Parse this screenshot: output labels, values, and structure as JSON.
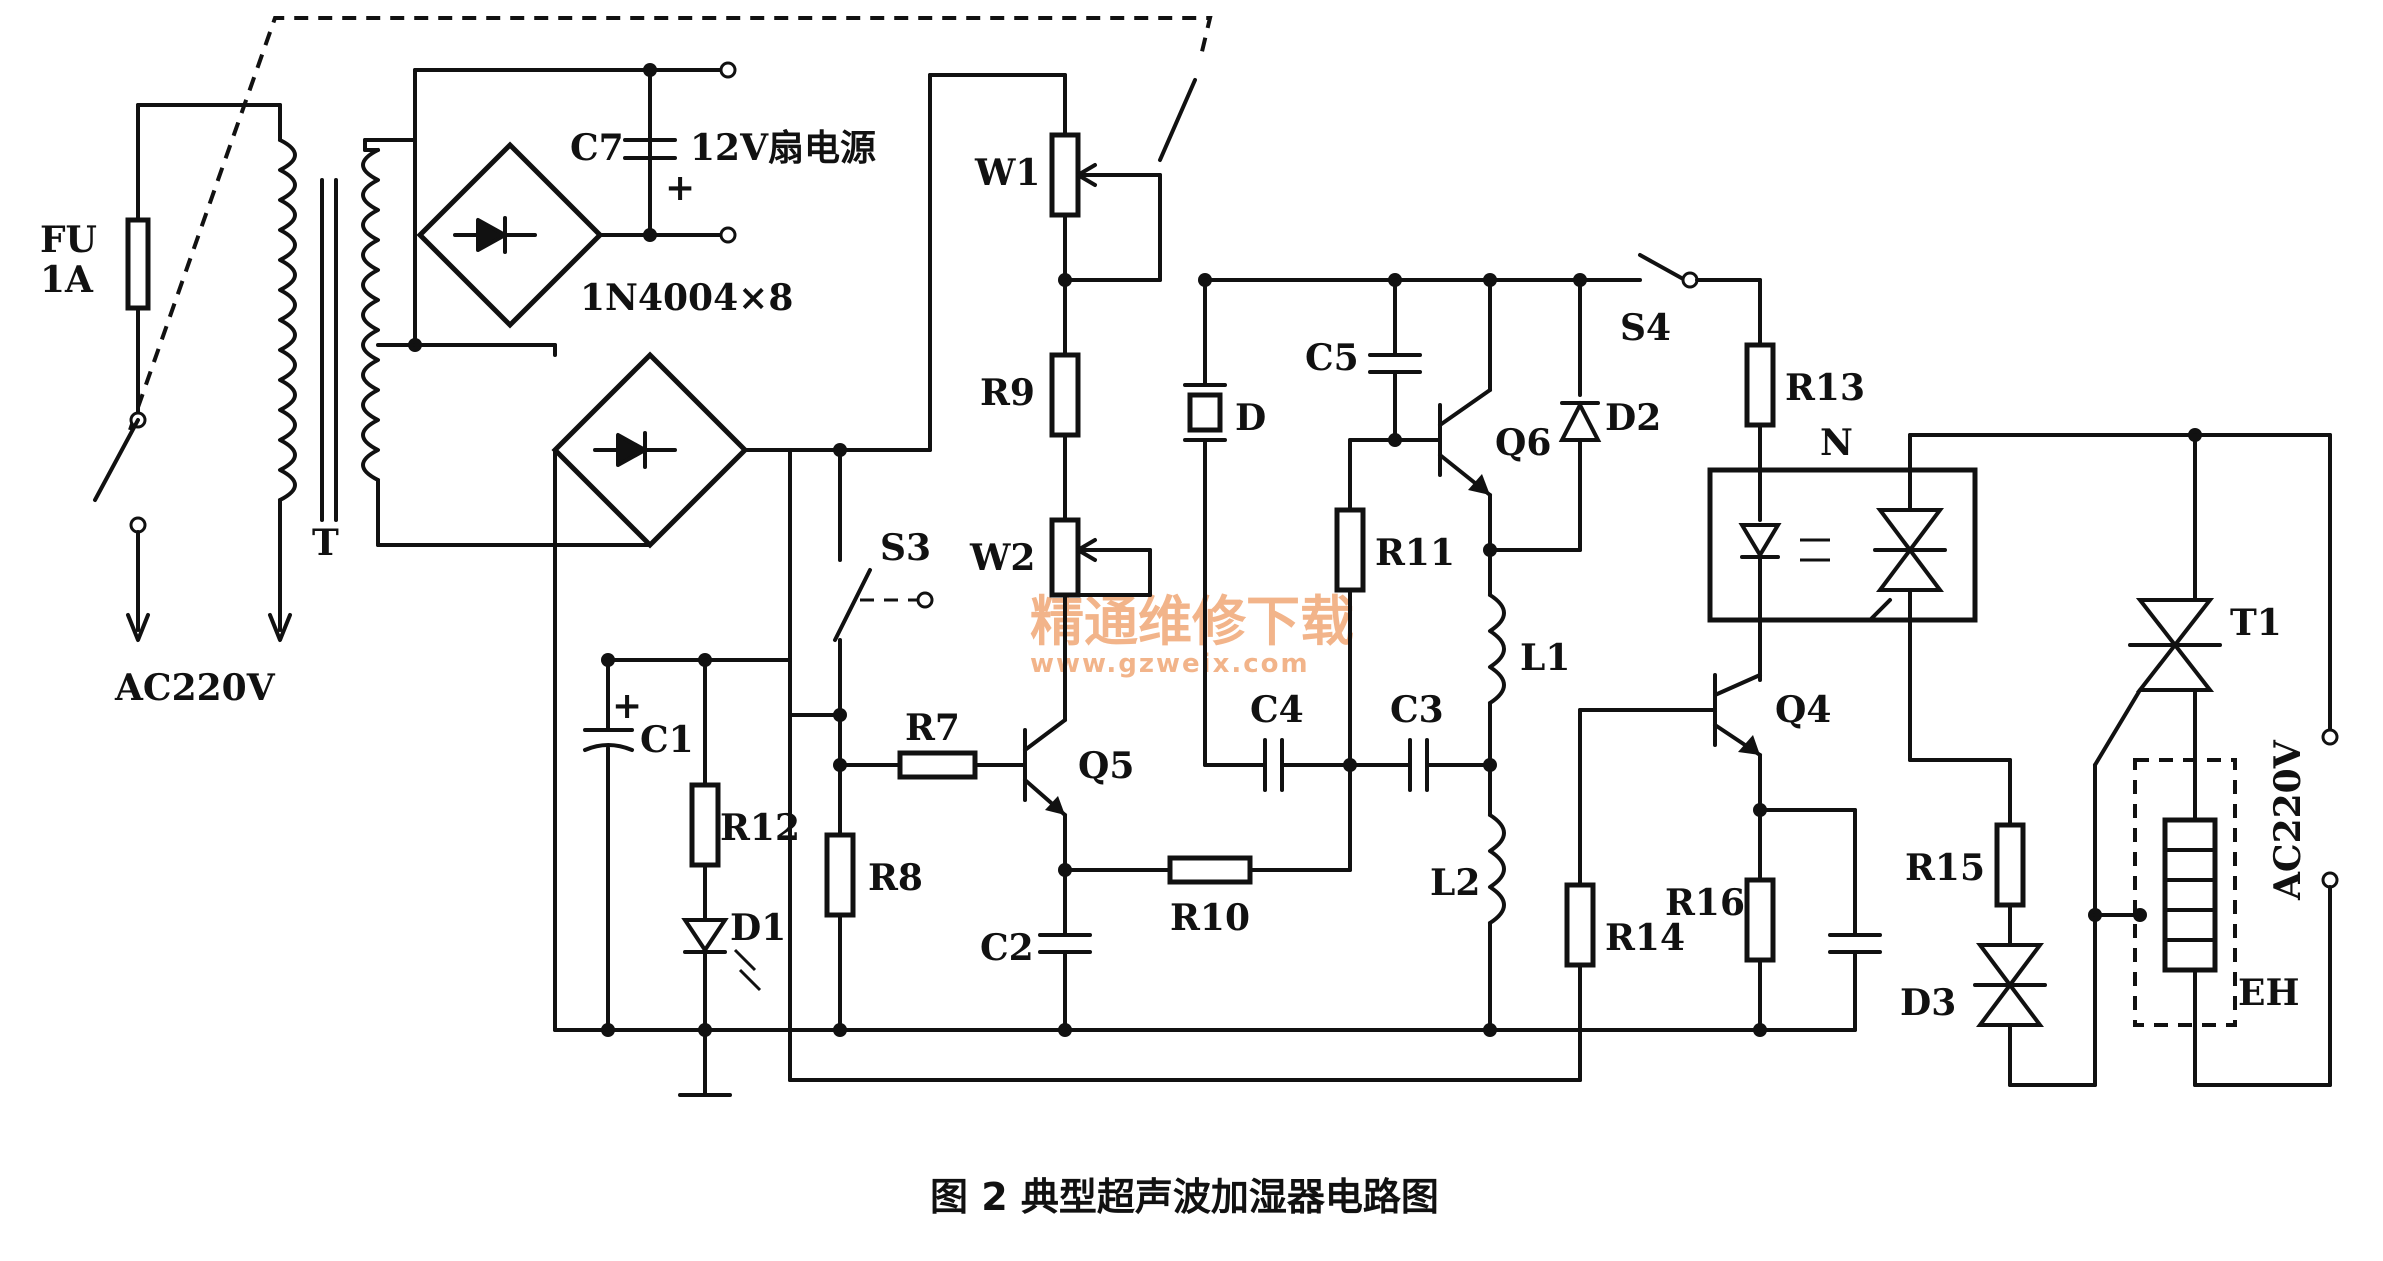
{
  "labels": {
    "fu": "FU",
    "fu_rating": "1A",
    "ac_in": "AC220V",
    "transformer": "T",
    "c7": "C7",
    "fan_supply": "12V扇电源",
    "rectifier": "1N4004×8",
    "w1": "W1",
    "r9": "R9",
    "w2": "W2",
    "s3": "S3",
    "d": "D",
    "c5": "C5",
    "q6": "Q6",
    "d2": "D2",
    "s4": "S4",
    "r13": "R13",
    "n": "N",
    "r11": "R11",
    "l1": "L1",
    "c1": "C1",
    "r12": "R12",
    "d1": "D1",
    "r7": "R7",
    "q5": "Q5",
    "r8": "R8",
    "c4": "C4",
    "c3": "C3",
    "q4": "Q4",
    "t1": "T1",
    "c2": "C2",
    "r10": "R10",
    "l2": "L2",
    "r14": "R14",
    "r15": "R15",
    "r16": "R16",
    "d3": "D3",
    "ac_out": "AC220V",
    "eh": "EH",
    "plus_c7": "+",
    "plus_c1": "+"
  },
  "watermark": {
    "title": "精通维修下载",
    "url": "www.gzweix.com"
  },
  "caption": "图 2  典型超声波加湿器电路图"
}
